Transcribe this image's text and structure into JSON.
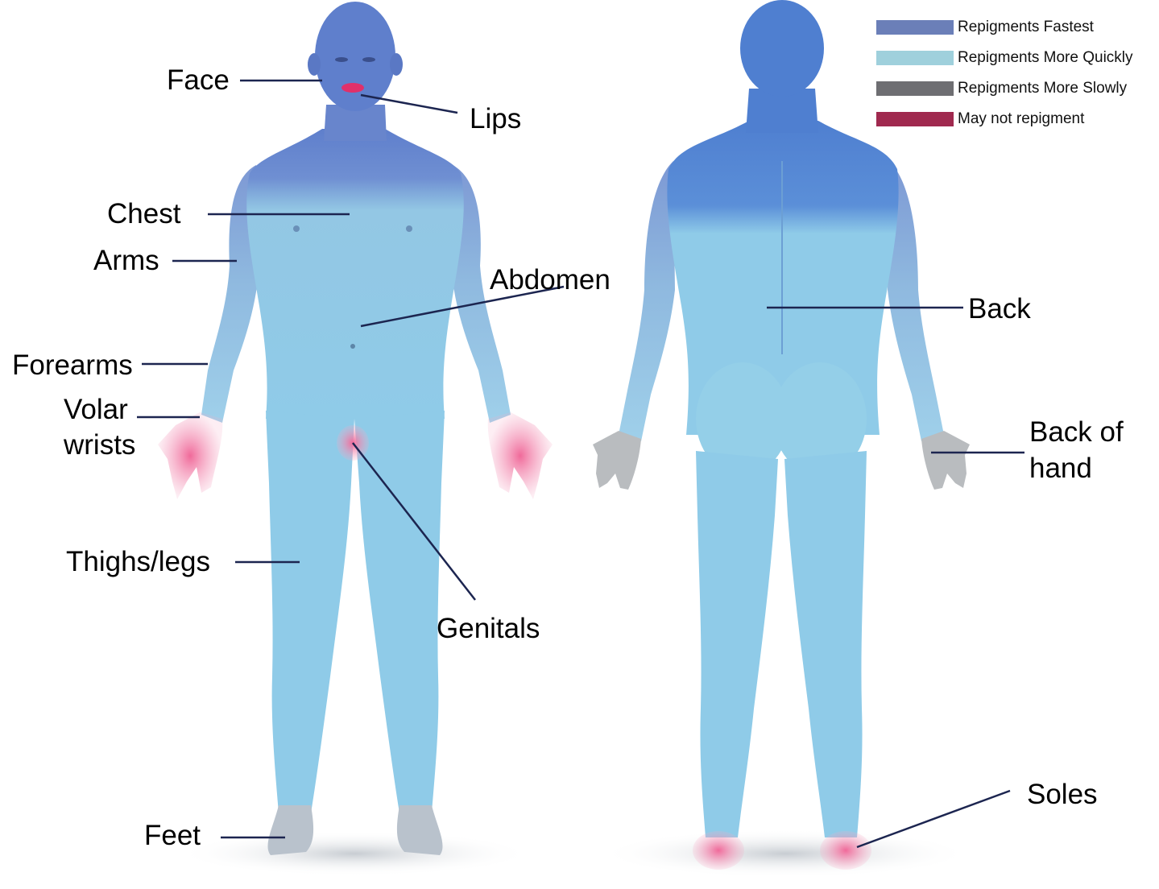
{
  "legend": [
    {
      "label": "Repigments Fastest",
      "color": "#6b7fb8"
    },
    {
      "label": "Repigments More Quickly",
      "color": "#9fd0dc"
    },
    {
      "label": "Repigments More Slowly",
      "color": "#6e6e72"
    },
    {
      "label": "May not repigment",
      "color": "#a0294f"
    }
  ],
  "labels": {
    "face": "Face",
    "lips": "Lips",
    "chest": "Chest",
    "arms": "Arms",
    "abdomen": "Abdomen",
    "forearms": "Forearms",
    "volar_wrists_1": "Volar",
    "volar_wrists_2": "wrists",
    "thighs_legs": "Thighs/legs",
    "genitals": "Genitals",
    "feet": "Feet",
    "back": "Back",
    "back_of_hand_1": "Back of",
    "back_of_hand_2": "hand",
    "soles": "Soles"
  },
  "colors": {
    "fastest": "#5b79c4",
    "quickly": "#9fd3e8",
    "slowly": "#b9bcbf",
    "none": "#e8739c",
    "leader": "#1c2550"
  }
}
